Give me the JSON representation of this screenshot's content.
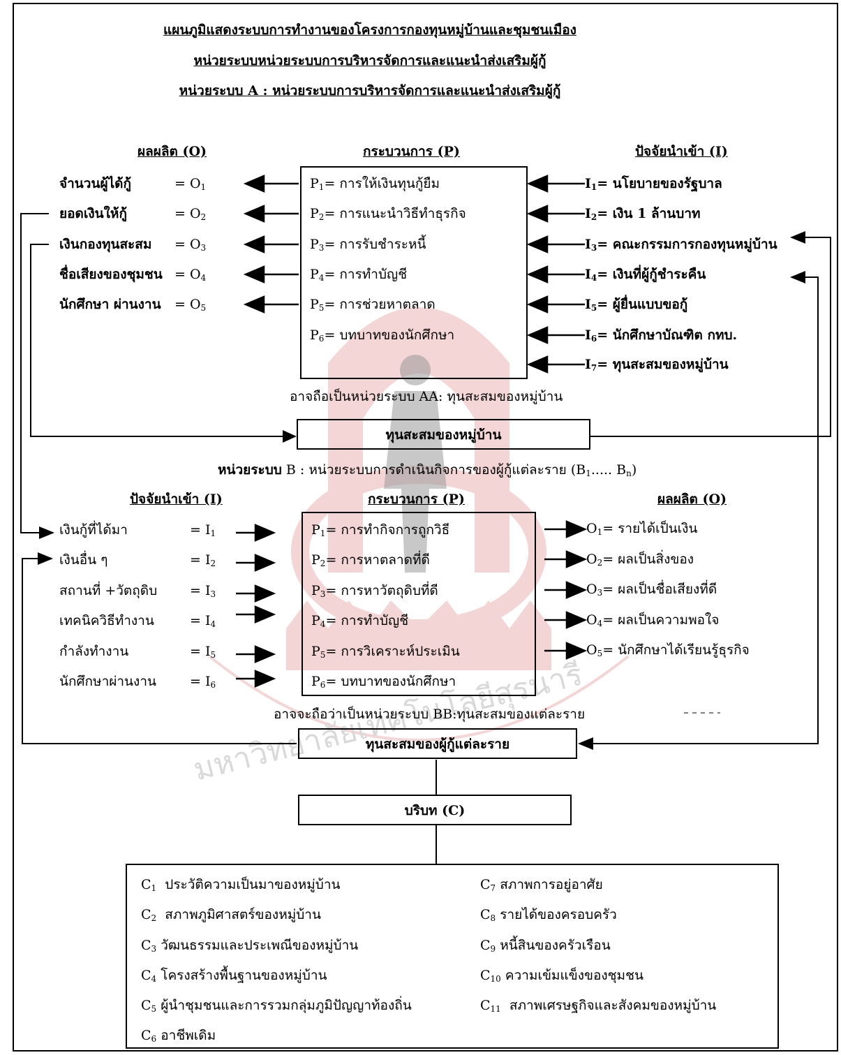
{
  "titles": {
    "line1": "แผนภูมิแสดงระบบการทำงานของโครงการกองทุนหมู่บ้านและชุมชนเมือง",
    "line2": "หน่วยระบบหน่วยระบบการบริหารจัดการและแนะนำส่งเสริมผู้กู้",
    "line3": "หน่วยระบบ A : หน่วยระบบการบริหารจัดการและแนะนำส่งเสริมผู้กู้"
  },
  "unitA": {
    "outputs_header": "ผลผลิต (O)",
    "process_header": "กระบวนการ (P)",
    "inputs_header": "ปัจจัยนำเข้า (I)",
    "outputs": [
      {
        "label": "จำนวนผู้ได้กู้",
        "sym": "= O",
        "n": "1"
      },
      {
        "label": "ยอดเงินให้กู้",
        "sym": "= O",
        "n": "2"
      },
      {
        "label": "เงินกองทุนสะสม",
        "sym": "= O",
        "n": "3"
      },
      {
        "label": "ชื่อเสียงของชุมชน",
        "sym": "= O",
        "n": "4"
      },
      {
        "label": "นักศึกษา ผ่านงาน",
        "sym": "= O",
        "n": "5"
      }
    ],
    "processes": [
      {
        "sym": "P",
        "n": "1",
        "label": "= การให้เงินทุนกู้ยืม"
      },
      {
        "sym": "P",
        "n": "2",
        "label": "= การแนะนำวิธีทำธุรกิจ"
      },
      {
        "sym": "P",
        "n": "3",
        "label": "= การรับชำระหนี้"
      },
      {
        "sym": "P",
        "n": "4",
        "label": "= การทำบัญชี"
      },
      {
        "sym": "P",
        "n": "5",
        "label": "= การช่วยหาตลาด"
      },
      {
        "sym": "P",
        "n": "6",
        "label": "= บทบาทของนักศึกษา"
      }
    ],
    "inputs": [
      {
        "sym": "I",
        "n": "1",
        "label": "= นโยบายของรัฐบาล"
      },
      {
        "sym": "I",
        "n": "2",
        "label": "= เงิน 1 ล้านบาท"
      },
      {
        "sym": "I",
        "n": "3",
        "label": "= คณะกรรมการกองทุนหมู่บ้าน"
      },
      {
        "sym": "I",
        "n": "4",
        "label": "= เงินที่ผู้กู้ชำระคืน"
      },
      {
        "sym": "I",
        "n": "5",
        "label": "= ผู้ยื่นแบบขอกู้"
      },
      {
        "sym": "I",
        "n": "6",
        "label": "= นักศึกษาบัณฑิต กทบ."
      },
      {
        "sym": "I",
        "n": "7",
        "label": "= ทุนสะสมของหมู่บ้าน"
      }
    ],
    "note": "อาจถือเป็นหน่วยระบบ AA: ทุนสะสมของหมู่บ้าน",
    "capital_box": "ทุนสะสมของหมู่บ้าน"
  },
  "unitB": {
    "title_bold": "หน่วยระบบ",
    "title_rest": "B : หน่วยระบบการดำเนินกิจการของผู้กู้แต่ละราย (B",
    "title_tail": "..... B",
    "inputs_header": "ปัจจัยนำเข้า (I)",
    "process_header": "กระบวนการ (P)",
    "outputs_header": "ผลผลิต (O)",
    "inputs": [
      {
        "label": "เงินกู้ที่ได้มา",
        "sym": "= I",
        "n": "1"
      },
      {
        "label": "เงินอื่น ๆ",
        "sym": "= I",
        "n": "2"
      },
      {
        "label": "สถานที่ +วัตถุดิบ",
        "sym": "= I",
        "n": "3"
      },
      {
        "label": "เทคนิควิธีทำงาน",
        "sym": "= I",
        "n": "4"
      },
      {
        "label": "กำลังทำงาน",
        "sym": "= I",
        "n": "5"
      },
      {
        "label": "นักศึกษาผ่านงาน",
        "sym": "= I",
        "n": "6"
      }
    ],
    "processes": [
      {
        "sym": "P",
        "n": "1",
        "label": "= การทำกิจการถูกวิธี"
      },
      {
        "sym": "P",
        "n": "2",
        "label": "= การหาตลาดที่ดี"
      },
      {
        "sym": "P",
        "n": "3",
        "label": "= การหาวัตถุดิบที่ดี"
      },
      {
        "sym": "P",
        "n": "4",
        "label": "= การทำบัญชี"
      },
      {
        "sym": "P",
        "n": "5",
        "label": "= การวิเคราะห์ประเมิน"
      },
      {
        "sym": "P",
        "n": "6",
        "label": "= บทบาทของนักศึกษา"
      }
    ],
    "outputs": [
      {
        "sym": "O",
        "n": "1",
        "label": "= รายได้เป็นเงิน"
      },
      {
        "sym": "O",
        "n": "2",
        "label": "= ผลเป็นสิ่งของ"
      },
      {
        "sym": "O",
        "n": "3",
        "label": "= ผลเป็นชื่อเสียงที่ดี"
      },
      {
        "sym": "O",
        "n": "4",
        "label": "= ผลเป็นความพอใจ"
      },
      {
        "sym": "O",
        "n": "5",
        "label": "= นักศึกษาได้เรียนรู้ธุรกิจ"
      }
    ],
    "note": "อาจจะถือว่าเป็นหน่วยระบบ BB:ทุนสะสมของแต่ละราย",
    "capital_box": "ทุนสะสมของผู้กู้แต่ละราย"
  },
  "context": {
    "box": "บริบท (C)",
    "left": [
      {
        "n": "1",
        "label": "ประวัติความเป็นมาของหมู่บ้าน"
      },
      {
        "n": "2",
        "label": "สภาพภูมิศาสตร์ของหมู่บ้าน"
      },
      {
        "n": "3",
        "label": "วัฒนธรรมและประเพณีของหมู่บ้าน"
      },
      {
        "n": "4",
        "label": "โครงสร้างพื้นฐานของหมู่บ้าน"
      },
      {
        "n": "5",
        "label": "ผู้นำชุมชนและการรวมกลุ่มภูมิปัญญาท้องถิ่น"
      },
      {
        "n": "6",
        "label": "อาชีพเดิม"
      }
    ],
    "right": [
      {
        "n": "7",
        "label": "สภาพการอยู่อาศัย"
      },
      {
        "n": "8",
        "label": "รายได้ของครอบครัว"
      },
      {
        "n": "9",
        "label": "หนี้สินของครัวเรือน"
      },
      {
        "n": "10",
        "label": "ความเข้มแข็งของชุมชน"
      },
      {
        "n": "11",
        "label": "สภาพเศรษฐกิจและสังคมของหมู่บ้าน"
      }
    ]
  },
  "watermark": {
    "arc_text": "มหาวิทยาลัยเทคโนโลยีสุรนารี",
    "color": "#e8a3a3",
    "figure_color": "#9a9a9a"
  }
}
